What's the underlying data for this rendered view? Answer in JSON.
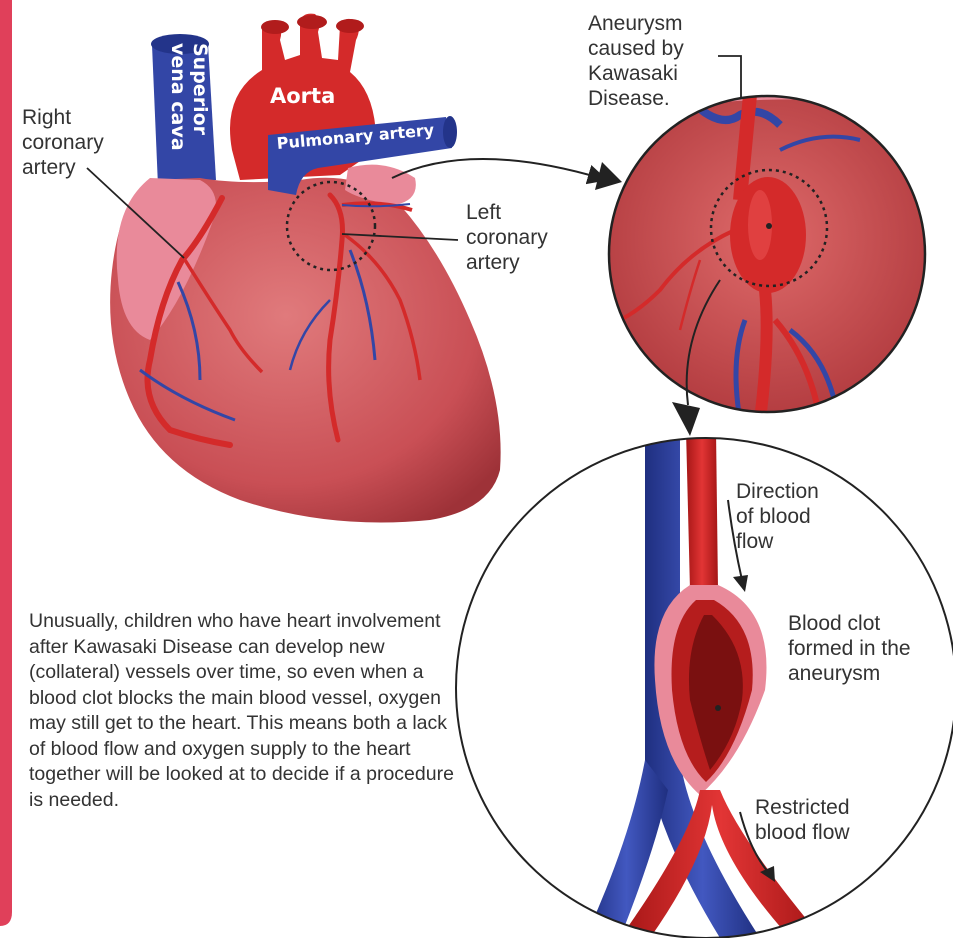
{
  "labels": {
    "aorta": "Aorta",
    "pulmonary_artery": "Pulmonary artery",
    "superior_vena_cava": "Superior\nvena cava",
    "right_coronary_artery": "Right\ncoronary\nartery",
    "left_coronary_artery": "Left\ncoronary\nartery",
    "aneurysm": "Aneurysm\ncaused by\nKawasaki\nDisease.",
    "direction_of_blood_flow": "Direction\nof blood\nflow",
    "blood_clot": "Blood clot\nformed in the\naneurysm",
    "restricted_blood_flow": "Restricted\nblood flow"
  },
  "paragraph": "Unusually, children who have heart involvement after Kawasaki Disease can develop new (collateral) vessels over time, so even when a blood clot blocks the main blood vessel, oxygen may still get to the heart.  This means both a lack of blood flow and oxygen supply to the heart together will be looked at to decide if a procedure is needed.",
  "colors": {
    "frame_accent": "#e0405a",
    "artery_red": "#d42a2a",
    "vein_blue": "#3346a6",
    "heart_muscle": "#cf5a5e",
    "atrium_pink": "#e98a9a",
    "clot_dark": "#7a1010"
  }
}
